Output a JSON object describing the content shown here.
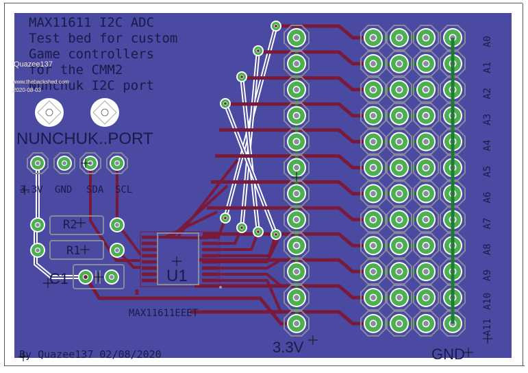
{
  "board": {
    "title_lines": [
      "MAX11611 I2C ADC",
      "Test bed for custom",
      "Game controllers",
      "for the CMM2",
      "Nunchuk I2C port"
    ],
    "connector_label": "NUNCHUK..PORT",
    "connector_pins": [
      "3.3V",
      "GND",
      "SDA",
      "SCL"
    ],
    "resistors": [
      "R2",
      "R1"
    ],
    "capacitor": "C1",
    "ic_ref": "U1",
    "ic_part": "MAX11611EEET",
    "power_rail_label": "3.3V",
    "ground_rail_label": "GND",
    "channel_labels": [
      "A0",
      "A1",
      "A2",
      "A3",
      "A4",
      "A5",
      "A6",
      "A7",
      "A8",
      "A9",
      "A10",
      "A11"
    ],
    "footer": "By Quazee137 02/08/2020"
  },
  "watermark": {
    "author": "Quazee137",
    "site": "www.thebackshed.com",
    "date": "2020-08-03"
  },
  "colors": {
    "board": "#4a4aa3",
    "trace_top": "#7a1a3a",
    "trace_bottom": "#ffffff",
    "pad": "#4caf50",
    "pad_dark": "#1f7a33",
    "hole": "#8a8aa0",
    "outline": "#8a8a9a",
    "silk": "#1a1a4a"
  }
}
